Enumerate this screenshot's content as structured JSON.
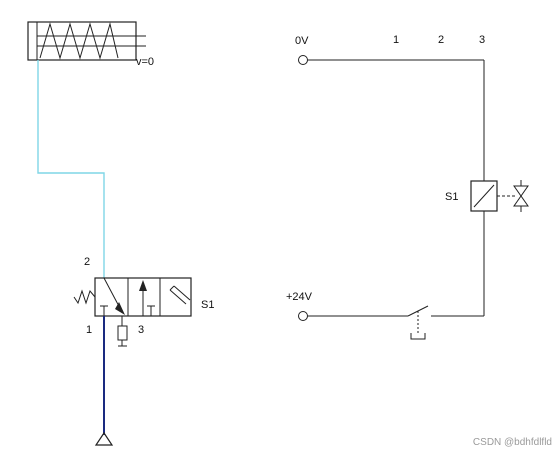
{
  "pneumatic": {
    "cylinder_label": "v=0",
    "port_2": "2",
    "port_1": "1",
    "port_3": "3",
    "solenoid_label": "S1",
    "colors": {
      "air_line": "#7fd6e6",
      "supply_line": "#1a2a80",
      "symbol": "#222222"
    }
  },
  "electrical": {
    "rail_0v": "0V",
    "rail_24v": "+24V",
    "column_1": "1",
    "column_2": "2",
    "column_3": "3",
    "coil_label": "S1"
  },
  "watermark": "CSDN @bdhfdlfld"
}
